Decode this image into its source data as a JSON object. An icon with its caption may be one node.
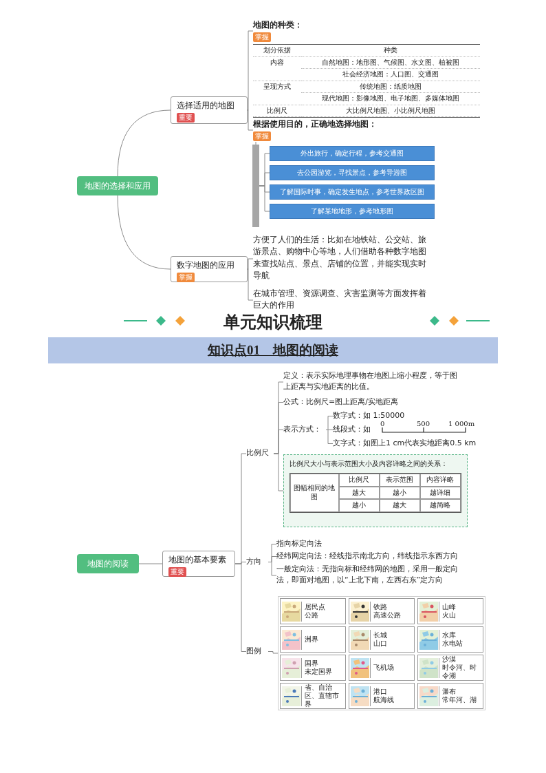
{
  "diagram": {
    "title": "单元知识梳理",
    "nodes": [
      {
        "text": [
          "地图的选择和应用"
        ]
      },
      {
        "text": [
          "选择适用的地图",
          "重要"
        ]
      },
      {
        "text": [
          "地图的种类：",
          "掌握"
        ]
      },
      {
        "text": [
          "根据使用目的，正确地选择地图：",
          "掌握"
        ]
      },
      {
        "text": [],
        "shape": "bar"
      },
      {
        "text": [
          "外出旅行，确定行程，参考交通图"
        ]
      },
      {
        "text": [
          "去公园游览，寻找景点，参考导游图"
        ]
      },
      {
        "text": [
          "了解国际时事，确定发生地点，参考世界政区图"
        ]
      },
      {
        "text": [
          "了解某地地形，参考地形图"
        ]
      },
      {
        "text": [
          "数字地图的应用",
          "掌握"
        ]
      },
      {
        "text": [
          "方便了人们的生活：比如在地铁站、公交站、旅游景点、购物中心等地，人们借助各种数字地图来查找站点、景点、店铺的位置，并能实现实时导航"
        ]
      },
      {
        "text": [
          "在城市管理、资源调查、灾害监测等方面发挥着巨大的作用"
        ]
      },
      {
        "text": [
          "地图的阅读"
        ]
      },
      {
        "text": [
          "地图的基本要素",
          "重要"
        ]
      },
      {
        "text": [
          "比例尺"
        ]
      },
      {
        "text": [
          "定义：表示实际地理事物在地图上缩小程度，等于图上距离与实地距离的比值。"
        ]
      },
      {
        "text": [
          "公式：比例尺=图上距离/实地距离"
        ]
      },
      {
        "text": [
          "表示方式："
        ]
      },
      {
        "text": [
          "数字式：如 1:50000"
        ]
      },
      {
        "text": [
          "线段式：如"
        ]
      },
      {
        "text": [
          "文字式：如图上1 cm代表实地距离0.5 km"
        ]
      },
      {
        "text": [
          "比例尺大小与表示范围大小及内容详略之间的关系："
        ]
      },
      {
        "text": [
          "方向"
        ]
      },
      {
        "text": [
          "指向标定向法"
        ]
      },
      {
        "text": [
          "经纬网定向法：经线指示南北方向，纬线指示东西方向"
        ]
      },
      {
        "text": [
          "一般定向法：无指向标和经纬网的地图，采用一般定向法，即面对地图，以“上北下南，左西右东”定方向"
        ]
      },
      {
        "text": [
          "图例"
        ]
      },
      {
        "text": [],
        "shape": "box"
      },
      {
        "text": [
          "居民点",
          "公路"
        ],
        "in": 27
      },
      {
        "text": [
          "铁路",
          "高速公路"
        ],
        "in": 27
      },
      {
        "text": [
          "山峰",
          "火山"
        ],
        "in": 27
      },
      {
        "text": [
          "洲界"
        ],
        "in": 27
      },
      {
        "text": [
          "长城",
          "山口"
        ],
        "in": 27
      },
      {
        "text": [
          "水库",
          "水电站"
        ],
        "in": 27
      },
      {
        "text": [
          "国界",
          "未定国界"
        ],
        "in": 27
      },
      {
        "text": [
          "飞机场"
        ],
        "in": 27
      },
      {
        "text": [
          "沙漠",
          "时令河、时令湖"
        ],
        "in": 27
      },
      {
        "text": [
          "省、自治区、直辖市界"
        ],
        "in": 27
      },
      {
        "text": [
          "港口",
          "航海线"
        ],
        "in": 27
      },
      {
        "text": [
          "瀑布",
          "常年河、湖"
        ],
        "in": 27
      }
    ],
    "edges": [
      {
        "from": 0,
        "to": 1,
        "arrow": "none"
      },
      {
        "from": 0,
        "to": 9,
        "arrow": "none"
      },
      {
        "from": 1,
        "to": 2,
        "arrow": "none"
      },
      {
        "from": 1,
        "to": 3,
        "arrow": "none"
      },
      {
        "from": 3,
        "to": 4,
        "arrow": "none"
      },
      {
        "from": 4,
        "to": 5,
        "arrow": "none"
      },
      {
        "from": 4,
        "to": 6,
        "arrow": "none"
      },
      {
        "from": 4,
        "to": 7,
        "arrow": "none"
      },
      {
        "from": 4,
        "to": 8,
        "arrow": "none"
      },
      {
        "from": 9,
        "to": 10,
        "arrow": "none"
      },
      {
        "from": 9,
        "to": 11,
        "arrow": "none"
      },
      {
        "from": 12,
        "to": 13,
        "arrow": "none"
      },
      {
        "from": 13,
        "to": 14,
        "arrow": "none"
      },
      {
        "from": 13,
        "to": 22,
        "arrow": "none"
      },
      {
        "from": 13,
        "to": 26,
        "arrow": "none"
      },
      {
        "from": 14,
        "to": 15,
        "arrow": "none"
      },
      {
        "from": 14,
        "to": 16,
        "arrow": "none"
      },
      {
        "from": 14,
        "to": 17,
        "arrow": "none"
      },
      {
        "from": 14,
        "to": 21,
        "arrow": "none"
      },
      {
        "from": 17,
        "to": 18,
        "arrow": "none"
      },
      {
        "from": 17,
        "to": 19,
        "arrow": "none"
      },
      {
        "from": 17,
        "to": 20,
        "arrow": "none"
      },
      {
        "from": 22,
        "to": 23,
        "arrow": "none"
      },
      {
        "from": 22,
        "to": 24,
        "arrow": "none"
      },
      {
        "from": 22,
        "to": 25,
        "arrow": "none"
      },
      {
        "from": 26,
        "to": 27,
        "arrow": "none"
      }
    ],
    "labels": [
      "知识点01　地图的阅读",
      "划分依据",
      "种类",
      "内容",
      "自然地图：地形图、气候图、水文图、植被图",
      "社会经济地图：人口图、交通图",
      "呈现方式",
      "传统地图：纸质地图",
      "现代地图：影像地图、电子地图、多媒体地图",
      "比例尺",
      "大比例尺地图、小比例尺地图",
      "0",
      "500",
      "1 000m",
      "图幅相同的地图",
      "比例尺",
      "表示范围",
      "内容详略",
      "越大",
      "越小",
      "越详细",
      "越小",
      "越大",
      "越简略"
    ]
  }
}
